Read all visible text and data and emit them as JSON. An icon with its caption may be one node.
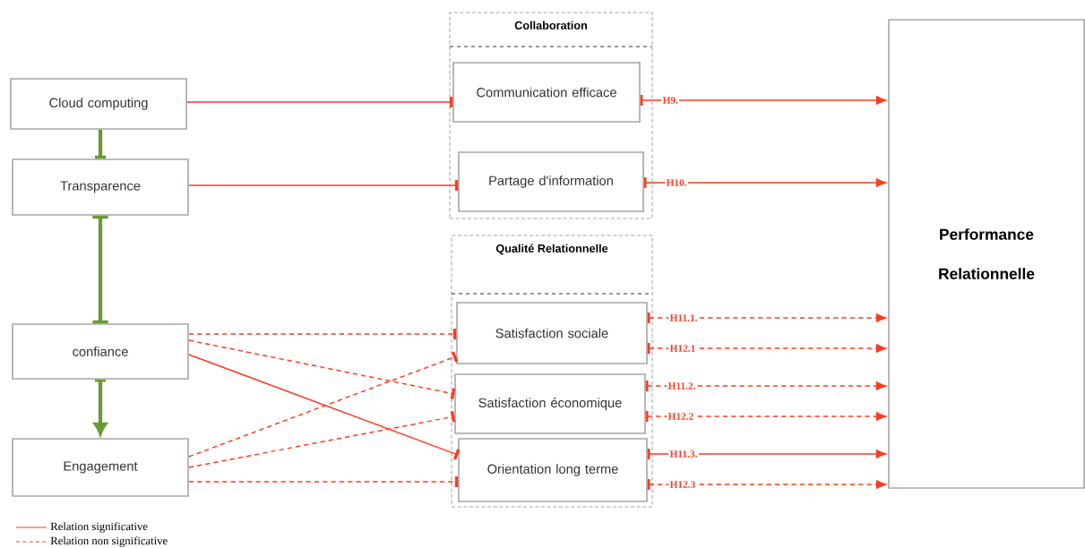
{
  "diagram": {
    "nodes": [
      {
        "text": [
          "Cloud computing"
        ]
      },
      {
        "text": [
          "Transparence"
        ]
      },
      {
        "text": [
          "confiance"
        ]
      },
      {
        "text": [
          "Engagement"
        ]
      },
      {
        "text": [
          "Collaboration"
        ]
      },
      {
        "text": [
          "Communication efficace"
        ],
        "in": 4
      },
      {
        "text": [
          "Partage d'information"
        ],
        "in": 4
      },
      {
        "text": [
          "Qualité Relationnelle"
        ]
      },
      {
        "text": [
          "Satisfaction sociale"
        ],
        "in": 7
      },
      {
        "text": [
          "Satisfaction économique"
        ],
        "in": 7
      },
      {
        "text": [
          "Orientation long terme"
        ],
        "in": 7
      },
      {
        "text": [
          "Performance Relationnelle"
        ]
      }
    ],
    "edges": [
      {
        "from": 0,
        "to": 1,
        "arrow": "other",
        "style": "thick",
        "color": "#6a9a34"
      },
      {
        "from": 1,
        "to": 2,
        "arrow": "other",
        "style": "thick",
        "color": "#6a9a34"
      },
      {
        "from": 2,
        "to": 3,
        "arrow": "to",
        "style": "thick",
        "color": "#6a9a34"
      },
      {
        "from": 0,
        "to": 5,
        "arrow": "other"
      },
      {
        "from": 1,
        "to": 6,
        "arrow": "other"
      },
      {
        "from": 2,
        "to": 8,
        "arrow": "other",
        "style": "dashed"
      },
      {
        "from": 2,
        "to": 9,
        "arrow": "other",
        "style": "dashed"
      },
      {
        "from": 2,
        "to": 10,
        "arrow": "other"
      },
      {
        "from": 3,
        "to": 8,
        "arrow": "other",
        "style": "dashed"
      },
      {
        "from": 3,
        "to": 9,
        "arrow": "other",
        "style": "dashed"
      },
      {
        "from": 3,
        "to": 10,
        "arrow": "other",
        "style": "dashed"
      },
      {
        "from": 5,
        "to": 11,
        "arrow": "to",
        "label": "H9."
      },
      {
        "from": 6,
        "to": 11,
        "arrow": "to",
        "label": "H10."
      },
      {
        "from": 8,
        "to": 11,
        "arrow": "to",
        "label": "H11.1.",
        "style": "dashed"
      },
      {
        "from": 8,
        "to": 11,
        "arrow": "to",
        "label": "H12.1",
        "style": "dashed"
      },
      {
        "from": 9,
        "to": 11,
        "arrow": "to",
        "label": "H11.2.",
        "style": "dashed"
      },
      {
        "from": 9,
        "to": 11,
        "arrow": "to",
        "label": "H12.2",
        "style": "dashed"
      },
      {
        "from": 10,
        "to": 11,
        "arrow": "to",
        "label": "H11.3."
      },
      {
        "from": 10,
        "to": 11,
        "arrow": "to",
        "label": "H12.3",
        "style": "dashed"
      }
    ],
    "legend": [
      {
        "text": "Relation significative"
      },
      {
        "text": "Relation non significative"
      }
    ]
  }
}
